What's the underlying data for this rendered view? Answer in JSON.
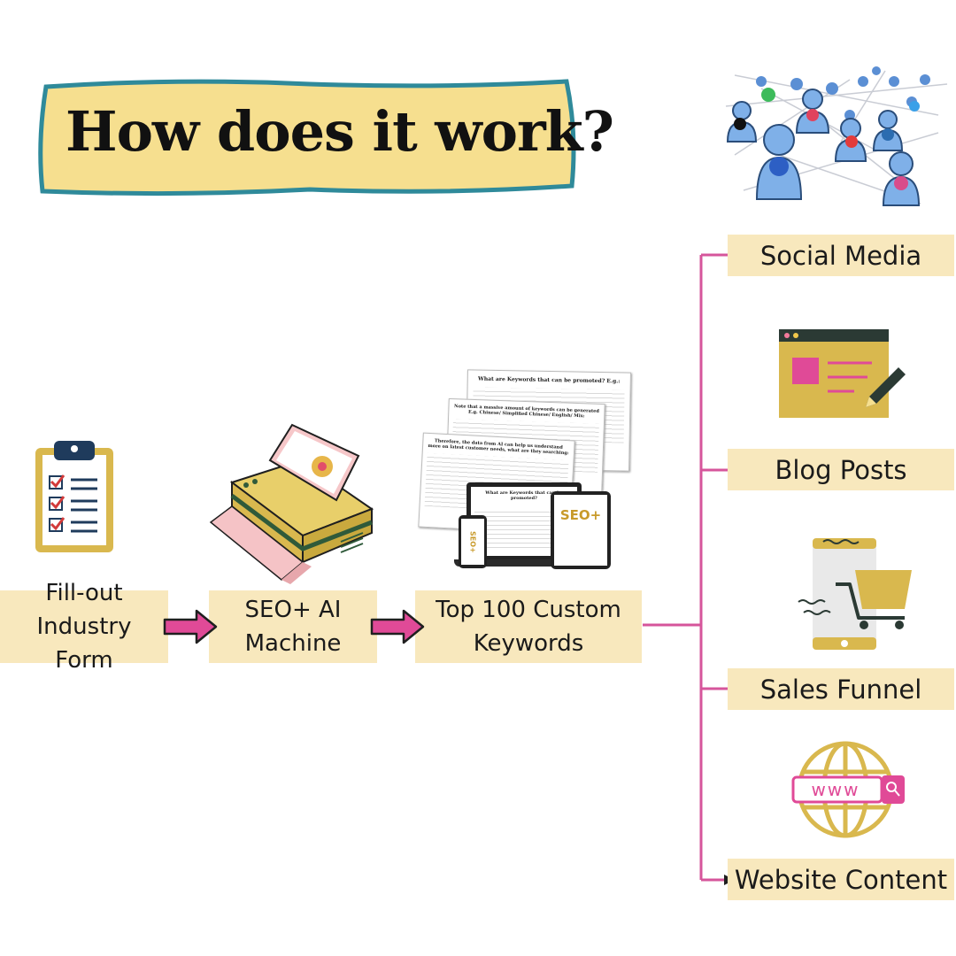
{
  "title": "How does it work?",
  "steps": [
    {
      "label": "Fill-out Industry Form"
    },
    {
      "label": "SEO+ AI Machine"
    },
    {
      "label": "Top 100 Custom Keywords"
    }
  ],
  "outputs": [
    {
      "label": "Social Media"
    },
    {
      "label": "Blog Posts"
    },
    {
      "label": "Sales Funnel"
    },
    {
      "label": "Website Content"
    }
  ],
  "keyword_docs": {
    "doc1_heading": "What are Keywords that can be promoted? E.g.:",
    "doc2_heading": "Note that a massive amount of keywords can be generated E.g. Chinese/ Simplified Chinese/ English/ Mix:",
    "doc3_heading": "Therefore, the data from AI can help us understand more on latest customer needs, what are they searching:",
    "laptop_heading": "What are Keywords that can be promoted?",
    "brand": "SEO+"
  },
  "website_icon_text": "www",
  "colors": {
    "label_bg": "#f8e8bd",
    "connector": "#d6559b",
    "gold": "#d9b84e",
    "title_bg": "#f6df8f",
    "title_border": "#2f8a9a",
    "pink": "#e04a97"
  },
  "icons": [
    "clipboard-icon",
    "printer-icon",
    "keyword-documents-icon",
    "social-network-icon",
    "blog-window-icon",
    "shopping-phone-icon",
    "globe-www-icon"
  ]
}
